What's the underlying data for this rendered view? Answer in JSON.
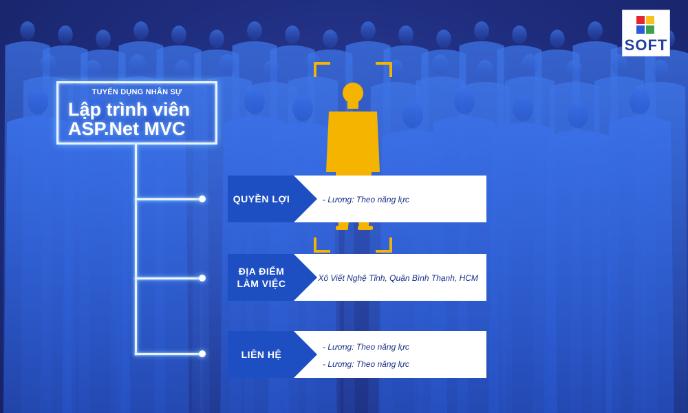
{
  "title": {
    "subtitle": "TUYỂN DỤNG NHÂN SỰ",
    "line1": "Lập trình viên",
    "line2": "ASP.Net MVC"
  },
  "rows": [
    {
      "label": "QUYỀN LỢI",
      "values": [
        "- Lương: Theo năng lực"
      ]
    },
    {
      "label1": "ĐỊA ĐIỂM",
      "label2": "LÀM VIỆC",
      "values": [
        "- Xô Viết Nghệ Tĩnh, Quận Bình Thạnh, HCM"
      ]
    },
    {
      "label": "LIÊN HỆ",
      "values": [
        "- Lương: Theo năng lực",
        "- Lương: Theo năng lực"
      ]
    }
  ],
  "logo": {
    "text": "SOFT"
  },
  "colors": {
    "background": "#1e2c7c",
    "silhouette": "#2f62d6",
    "highlight_person": "#f5b400",
    "label_fill": "#1e4fc2",
    "glow_line": "#e9f4ff"
  }
}
